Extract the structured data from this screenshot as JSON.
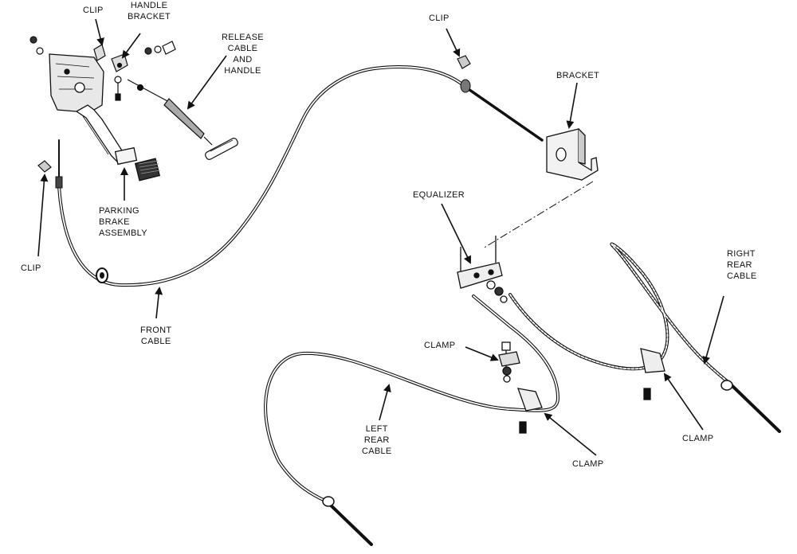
{
  "labels": {
    "clip_top_left": "CLIP",
    "handle_bracket": [
      "HANDLE",
      "BRACKET"
    ],
    "release_cable": [
      "RELEASE",
      "CABLE",
      "AND",
      "HANDLE"
    ],
    "clip_top_mid": "CLIP",
    "bracket": "BRACKET",
    "parking_brake": [
      "PARKING",
      "BRAKE",
      "ASSEMBLY"
    ],
    "clip_left": "CLIP",
    "front_cable": [
      "FRONT",
      "CABLE"
    ],
    "equalizer": "EQUALIZER",
    "right_rear_cable": [
      "RIGHT",
      "REAR",
      "CABLE"
    ],
    "clamp_top": "CLAMP",
    "left_rear_cable": [
      "LEFT",
      "REAR",
      "CABLE"
    ],
    "clamp_bottom": "CLAMP",
    "clamp_right": "CLAMP"
  },
  "colors": {
    "ink": "#111111",
    "cable": "#555555",
    "background": "#ffffff"
  }
}
